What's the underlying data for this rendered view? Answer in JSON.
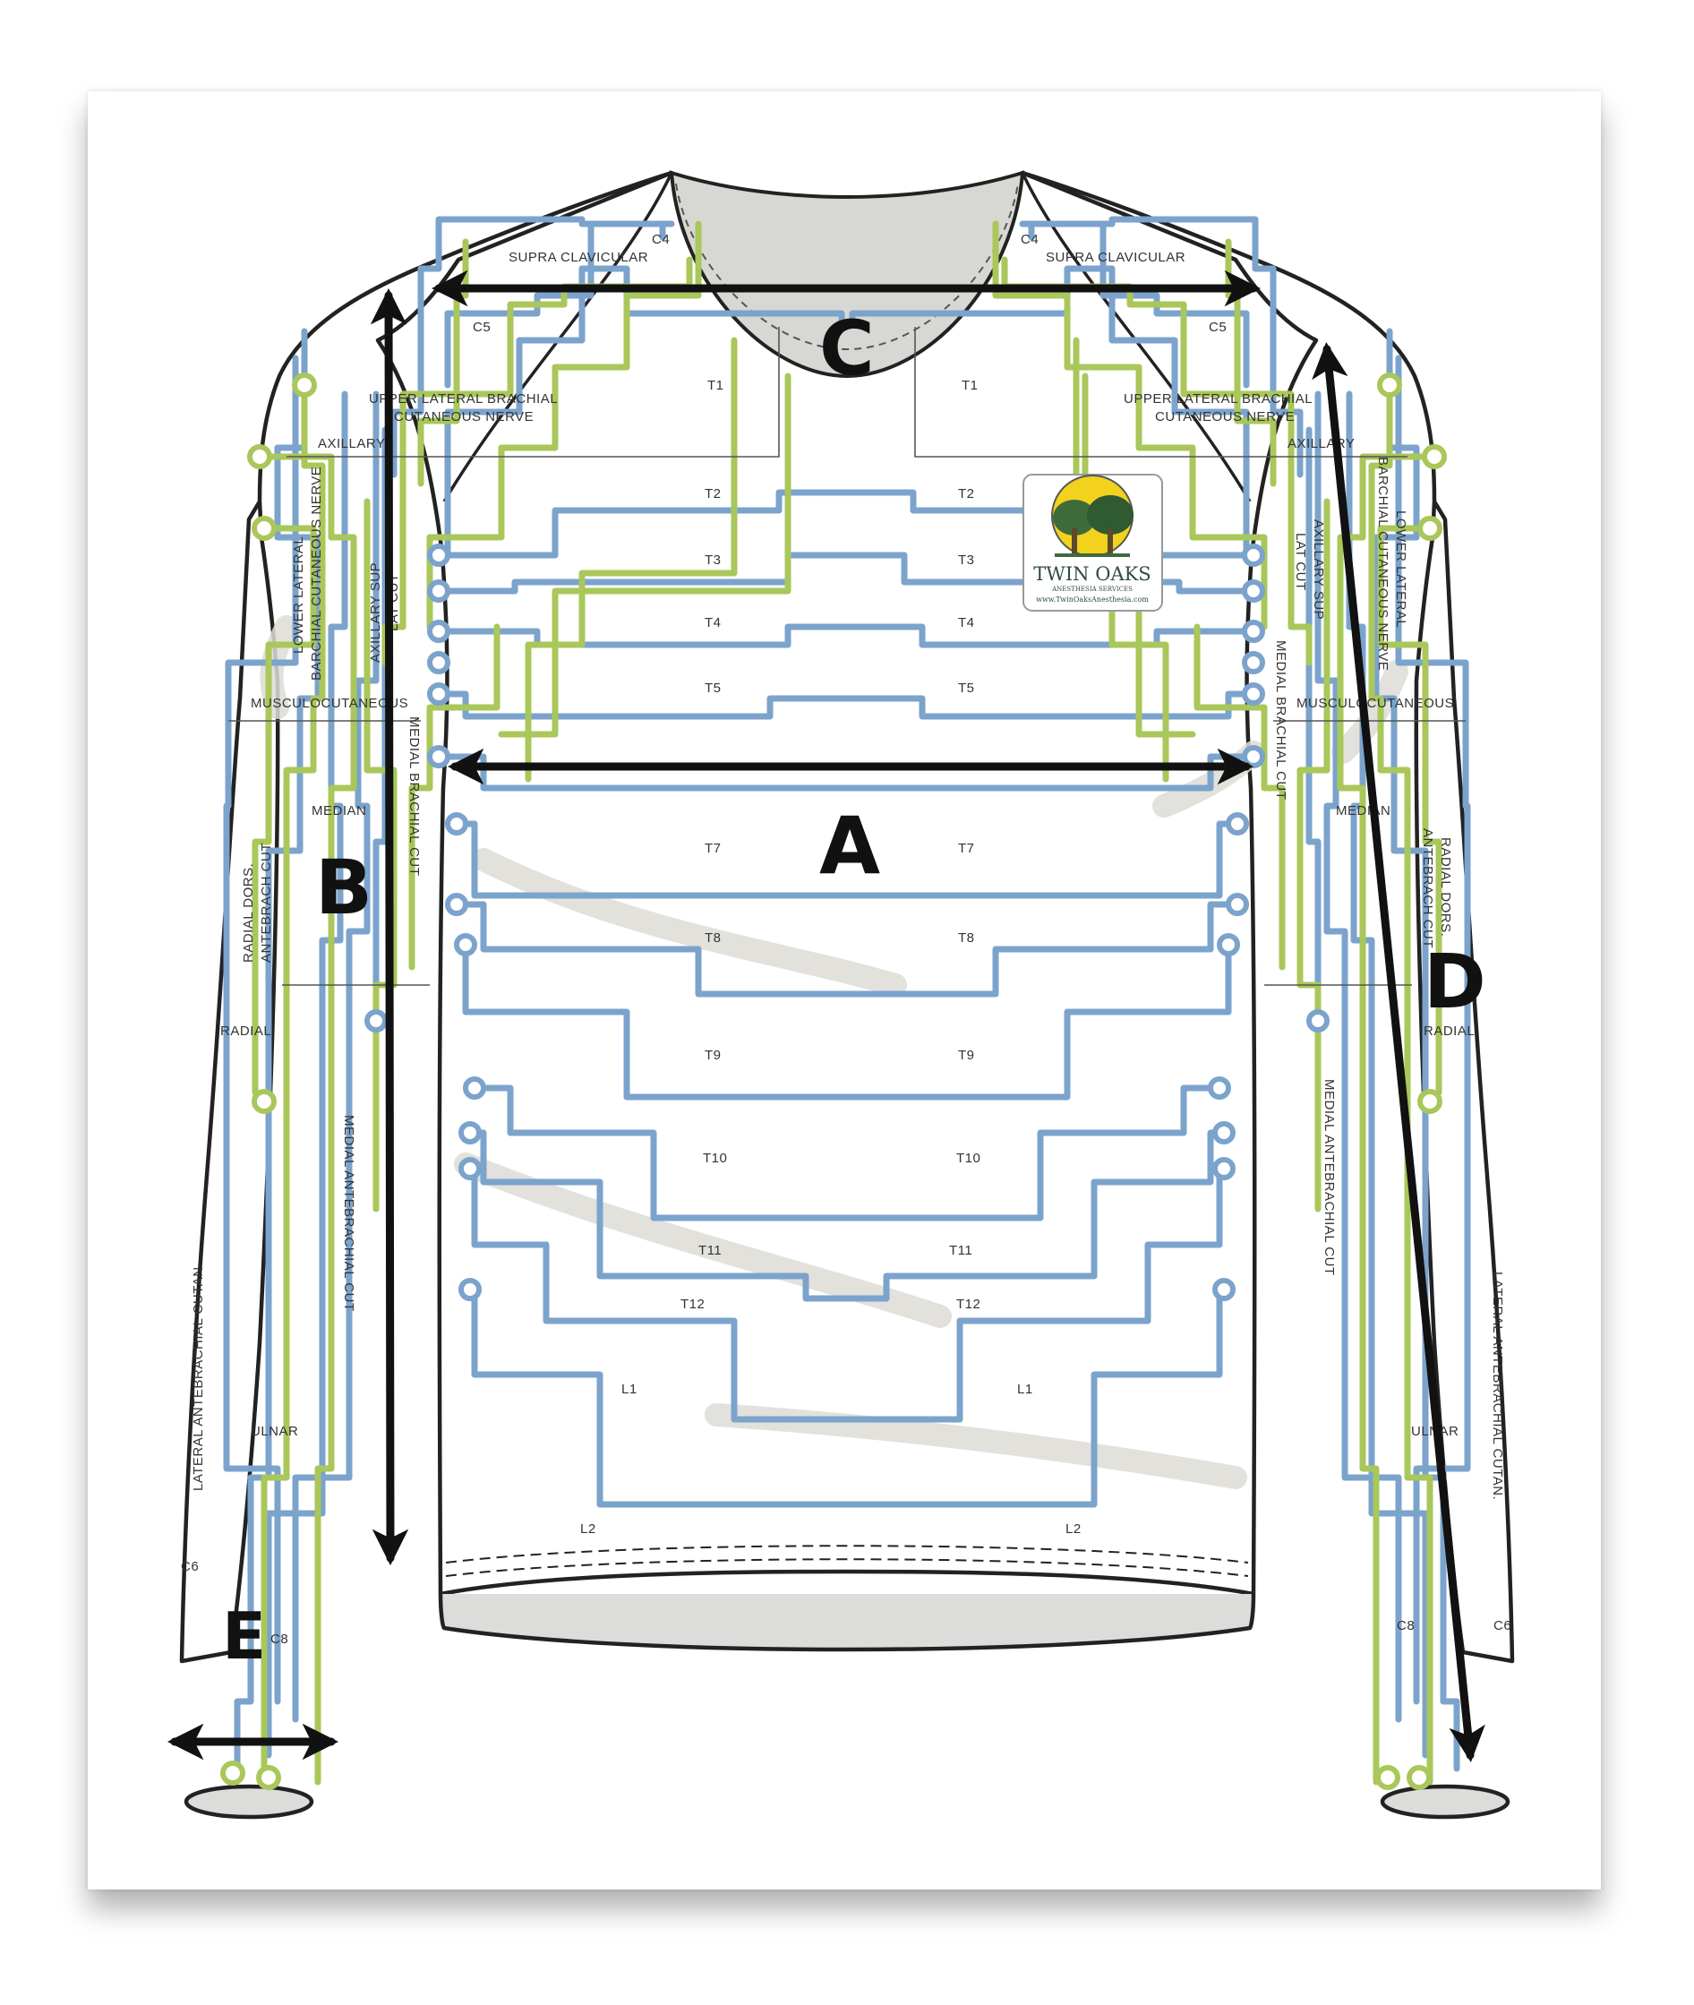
{
  "letters": {
    "a": "A",
    "b": "B",
    "c": "C",
    "d": "D",
    "e": "E"
  },
  "labels": {
    "c4_left": "C4",
    "c4_right": "C4",
    "c5_left": "C5",
    "c5_right": "C5",
    "supra_left": "SUPRA CLAVICULAR",
    "supra_right": "SUPRA CLAVICULAR",
    "upper_lat_left_1": "UPPER LATERAL BRACHIAL",
    "upper_lat_left_2": "CUTANEOUS NERVE",
    "upper_lat_right_1": "UPPER LATERAL BRACHIAL",
    "upper_lat_right_2": "CUTANEOUS NERVE",
    "axillary_left": "AXILLARY",
    "axillary_right": "AXILLARY",
    "lower_lat_left_1": "LOWER LATERAL",
    "lower_lat_left_2": "BARCHIAL CUTANEOUS NERVE",
    "lower_lat_right_1": "LOWER LATERAL",
    "lower_lat_right_2": "BARCHIAL CUTANEOUS NERVE",
    "axillary_sup_left_1": "AXILLARY SUP",
    "axillary_sup_left_2": "LAT CUT",
    "axillary_sup_right_1": "AXILLARY SUP",
    "axillary_sup_right_2": "LAT CUT",
    "musculo_left": "MUSCULOCUTANEOUS",
    "musculo_right": "MUSCULOCUTANEOUS",
    "medial_brachial_left": "MEDIAL BRACHIAL CUT",
    "medial_brachial_right": "MEDIAL BRACHIAL CUT",
    "median_left": "MEDIAN",
    "median_right": "MEDIAN",
    "radial_dors_left_1": "RADIAL DORS.",
    "radial_dors_left_2": "ANTEBRACH CUT",
    "radial_dors_right_1": "RADIAL DORS.",
    "radial_dors_right_2": "ANTEBRACH CUT",
    "radial_left": "RADIAL",
    "radial_right": "RADIAL",
    "medial_ante_left": "MEDIAL ANTEBRACHIAL CUT",
    "medial_ante_right": "MEDIAL ANTEBRACHIAL CUT",
    "lateral_ante_left": "LATERAL ANTEBRACHIAL CUTAN.",
    "lateral_ante_right": "LATERAL ANTEBRACHIAL CUTAN.",
    "ulnar_left": "ULNAR",
    "ulnar_right": "ULNAR",
    "c6_left": "C6",
    "c6_right": "C6",
    "c8_left": "C8",
    "c8_right": "C8"
  },
  "dermatomes": {
    "t1": "T1",
    "t2": "T2",
    "t3": "T3",
    "t4": "T4",
    "t5": "T5",
    "t7": "T7",
    "t8": "T8",
    "t9": "T9",
    "t10": "T10",
    "t11": "T11",
    "t12": "T12",
    "l1": "L1",
    "l2": "L2"
  },
  "logo": {
    "name": "TWIN OAKS",
    "tagline": "ANESTHESIA SERVICES",
    "url": "www.TwinOaksAnesthesia.com"
  },
  "colors": {
    "blue_nerve": "#7ba3cc",
    "green_nerve": "#a9c75a",
    "outline": "#222222",
    "collar": "#d9d9d6",
    "arrow": "#111111"
  }
}
